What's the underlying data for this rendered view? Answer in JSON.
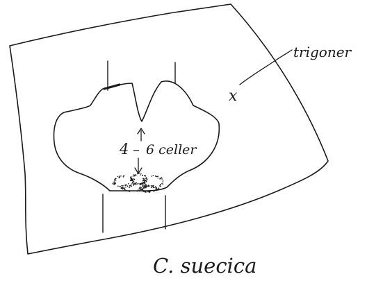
{
  "labels": {
    "trigoner": "trigoner",
    "marker": "x",
    "cell_count_left": "4",
    "cell_count_dash": "–",
    "cell_count_right": "6 celler",
    "species": "C. suecica"
  }
}
